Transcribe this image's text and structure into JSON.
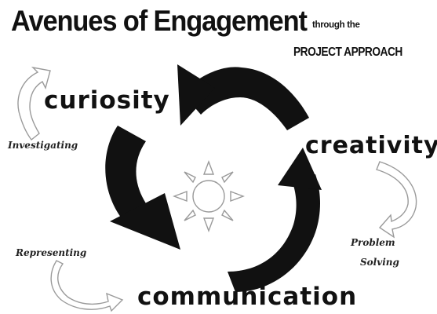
{
  "title": "Avenues of Engagement",
  "subtitle_line1": "through the",
  "subtitle_line2": "PROJECT APPROACH",
  "nodes": {
    "curiosity": "curiosity",
    "creativity": "creativity",
    "communication": "communication"
  },
  "processes": {
    "investigating": "Investigating",
    "representing": "Representing",
    "problem_line1": "Problem",
    "problem_line2": "Solving"
  },
  "colors": {
    "arrow": "#111111",
    "outline": "#9a9a9a",
    "text": "#111111"
  },
  "icons": [
    "cycle-arrow",
    "sun-icon",
    "curved-arrow-outline"
  ]
}
